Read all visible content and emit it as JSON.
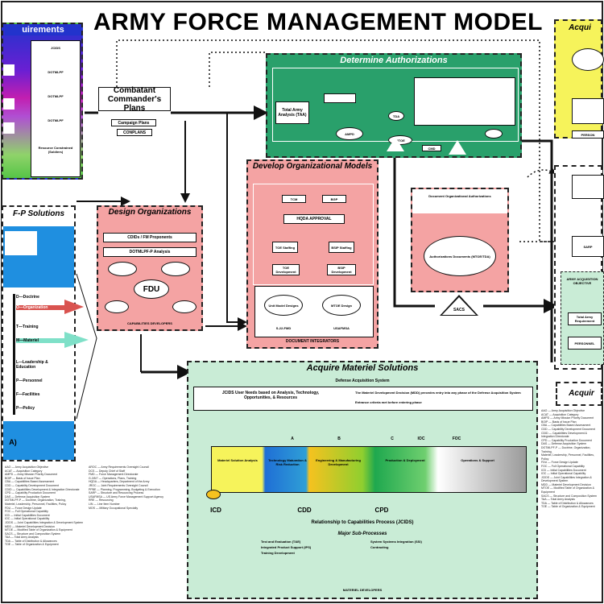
{
  "title": "ARMY FORCE MANAGEMENT MODEL",
  "requirements_panel": {
    "title": "uirements",
    "items": [
      "JCIDS",
      "DOTMLPF",
      "DOTMLPF",
      "DOTMLPF",
      "Resource Constrained (Soldiers)"
    ]
  },
  "combatant": {
    "title": "Combatant Commander's Plans",
    "sub1": "Campaign Plans",
    "sub2": "CONPLANS"
  },
  "determine_auth": {
    "title": "Determine Authorizations",
    "taa": "Total Army Analysis (TAA)",
    "ampd": "AMPD",
    "tda": "TDA",
    "mtoe": "MTOE",
    "cmd": "CMD"
  },
  "develop_org": {
    "title": "Develop Organizational Models",
    "tcm": "TCM",
    "bgp": "BGP",
    "hqda": "HQDA APPROVAL",
    "toe_staffing": "TOE Staffing",
    "bsip_staffing": "BSIP Staffing",
    "toe_dev": "TOE Development",
    "bsip_dev": "BSIP Development",
    "left_oval": "Unit Model Designs",
    "right_oval": "MTOE Design",
    "left_label": "S-22-FMD",
    "right_label": "USAFMSA",
    "footer": "DOCUMENT INTEGRATORS"
  },
  "design_org": {
    "title": "Design Organizations",
    "row1": "CDIDs / FM Proponents",
    "row2": "DOTMLPF-P Analysis",
    "fdu": "FDU",
    "footer": "CAPABILITIES DEVELOPERS"
  },
  "doc_org": {
    "title": "Document Organizational Authorizations",
    "oval": "Authorizations Documents (MTOE/TDA)",
    "sacs": "SACS"
  },
  "dotmlpf": {
    "title": "F-P Solutions",
    "items": [
      "D—Doctrine",
      "O—Organization",
      "T—Training",
      "M—Materiel",
      "L—Leadership & Education",
      "P—Personnel",
      "F—Facilities",
      "P—Policy"
    ],
    "footer": "A)"
  },
  "acquire_materiel": {
    "title": "Acquire Materiel Solutions",
    "das": "Defense Acquisition System",
    "jcids_needs": "JCIDS User Needs based on Analysis, Technology, Opportunities, & Resources",
    "bullets": [
      "The Materiel Development Decision (MDD) precedes entry into any phase of the Defense Acquisition System",
      "Entrance criteria met before entering phase"
    ],
    "phases": [
      "Materiel Solution Analysis",
      "Technology Maturation & Risk Reduction",
      "Engineering & Manufacturing Development",
      "Production & Deployment",
      "Operations & Support"
    ],
    "milestones": [
      "A",
      "B",
      "C",
      "IOC",
      "FOC"
    ],
    "markers": [
      "ICD",
      "CDD",
      "CPD"
    ],
    "relationship": "Relationship to Capabilities Process (JCIDS)",
    "major_sub": "Major Sub-Processes",
    "subprocesses": [
      "Test and Evaluation (T&E)",
      "Integrated Product Support (IPS)",
      "Training Development",
      "System Systems Integration (SSI)",
      "Contracting"
    ],
    "footer": "MATERIEL DEVELOPERS"
  },
  "acquire_right": {
    "title": "Acqui",
    "bottom": "Acquir",
    "items": [
      "PERSON",
      "ARMY ACQUISITION OBJECTIVE",
      "SARP",
      "Total Army Requirement",
      "PERSONNEL"
    ]
  },
  "colors": {
    "green": "#29a06b",
    "pink": "#f4a3a3",
    "lightgreen": "#c9ecd6",
    "blue": "#1f7fd6",
    "yellow": "#f6f35b",
    "purple": "#7b1fd3"
  },
  "legend": {
    "left": "AAO — Army Acquisition Objective\nACAT — Acquisition Category\nAMPD — Army Mission Priority Document\nBOIP — Basis of Issue Plan\nCBA — Capabilities Based Assessment\nCDD — Capability Development Document\nCDID — Capabilities Development & Integration Directorate\nCPD — Capability Production Document\nDAS — Defense Acquisition System\nDOTMLPF-P — Doctrine, Organization, Training,\nMateriel, Leadership, Personnel, Facilities, Policy\nFDU — Force Design Update\nFOC — Full Operational Capability\nICD — Initial Capabilities Document\nIOC — Initial Operational Capability\nJCIDS — Joint Capabilities Integration & Development System\nMDD — Materiel Development Decision\nMTOE — Modified Table of Organization & Equipment\nSACS — Structure and Composition System\nTAA — Total Army Analysis\nTDA — Table of Distribution & Allowances\nTOE — Table of Organization & Equipment",
    "right": "AROC — Army Requirements Oversight Council\nDCS — Deputy Chief of Staff\nFMD — Force Management Directorate\nG-3/5/7 — Operations, Plans, Training\nHQDA — Headquarters, Department of the Army\nJROC — Joint Requirements Oversight Council\nPPBE — Planning, Programming, Budgeting & Execution\nSARP — Structure and Resourcing Process\nUSAFMSA — US Army Force Management Support Agency\nRRE — Resourcing\nLIN — Line Item Number\nMOS — Military Occupational Specialty"
  }
}
